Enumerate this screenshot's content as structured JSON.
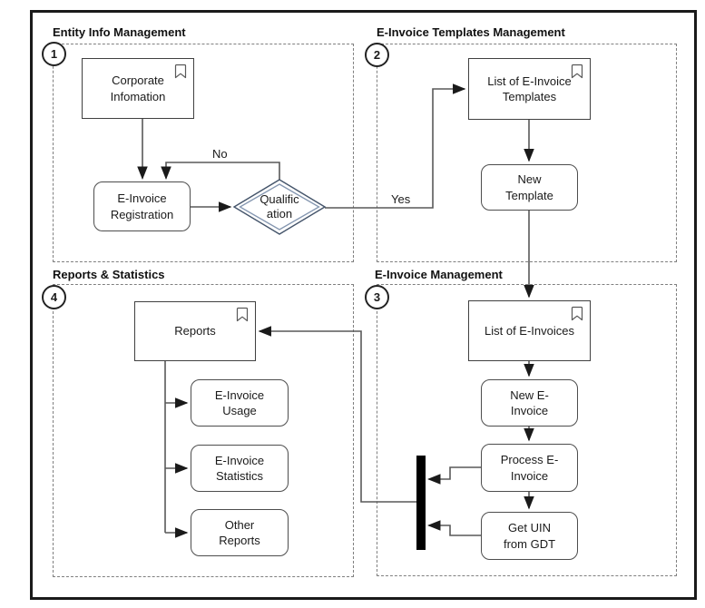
{
  "diagram": {
    "regions": [
      {
        "number": "1",
        "title": "Entity Info Management"
      },
      {
        "number": "2",
        "title": "E-Invoice Templates Management"
      },
      {
        "number": "3",
        "title": "E-Invoice Management"
      },
      {
        "number": "4",
        "title": "Reports & Statistics"
      }
    ],
    "nodes": {
      "corporate_information": {
        "label": "Corporate Infomation",
        "shape": "rectangle",
        "icon": "bookmark"
      },
      "einvoice_registration": {
        "label": "E-Invoice Registration",
        "shape": "rounded"
      },
      "qualification": {
        "label": "Qualific ation",
        "shape": "decision"
      },
      "list_einvoice_templates": {
        "label": "List of E-Invoice Templates",
        "shape": "rectangle",
        "icon": "bookmark"
      },
      "new_template": {
        "label": "New Template",
        "shape": "rounded"
      },
      "list_einvoices": {
        "label": "List of E-Invoices",
        "shape": "rectangle",
        "icon": "bookmark"
      },
      "new_einvoice": {
        "label": "New E-Invoice",
        "shape": "rounded"
      },
      "process_einvoice": {
        "label": "Process E-Invoice",
        "shape": "rounded"
      },
      "get_uin_from_gdt": {
        "label": "Get UIN from GDT",
        "shape": "rounded"
      },
      "reports": {
        "label": "Reports",
        "shape": "rectangle",
        "icon": "bookmark"
      },
      "einvoice_usage": {
        "label": "E-Invoice Usage",
        "shape": "rounded"
      },
      "einvoice_statistics": {
        "label": "E-Invoice Statistics",
        "shape": "rounded"
      },
      "other_reports": {
        "label": "Other Reports",
        "shape": "rounded"
      }
    },
    "edge_labels": {
      "no": "No",
      "yes": "Yes"
    },
    "colors": {
      "connector": "#595959",
      "arrowhead": "#1a1a1a",
      "box_border": "#404040",
      "region_border": "#7f7f7f",
      "decision_border_outer": "#44546A",
      "decision_border_inner": "#8496B0",
      "sync_bar": "#000000",
      "frame": "#1a1a1a"
    }
  }
}
